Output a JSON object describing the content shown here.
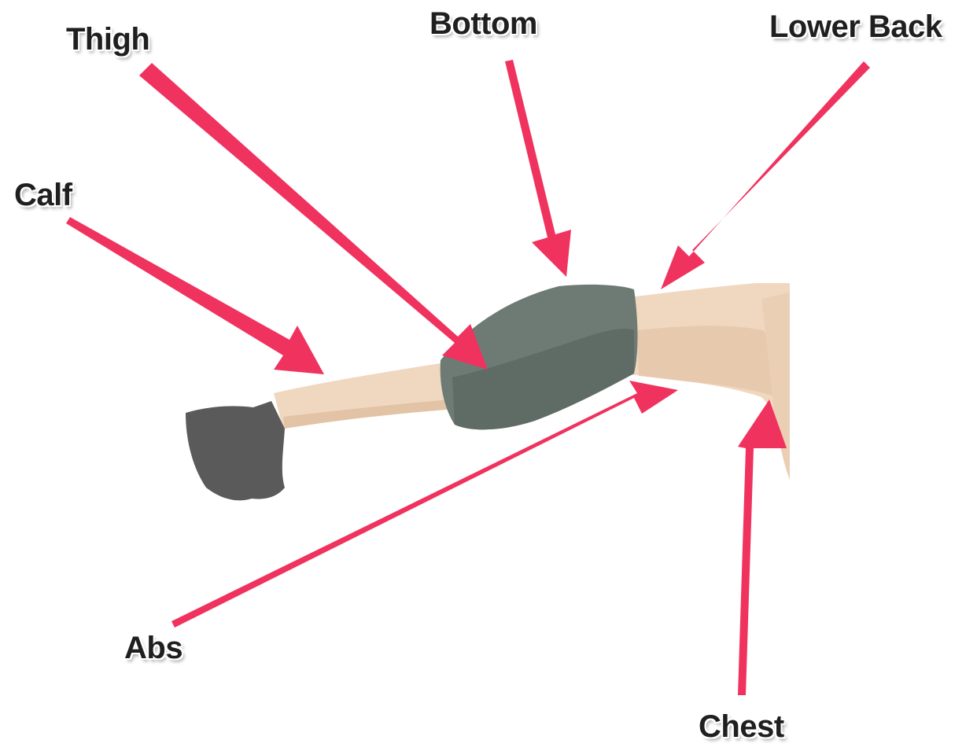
{
  "labels": {
    "thigh": "Thigh",
    "bottom": "Bottom",
    "lower_back": "Lower Back",
    "calf": "Calf",
    "abs": "Abs",
    "chest": "Chest"
  },
  "colors": {
    "arrow": "#f0325e",
    "skin": "#f0d7bf",
    "skin_shadow": "#e2c3a6",
    "shorts": "#6d7b74",
    "shorts_shadow": "#5b6862",
    "shoe": "#5a5a5a",
    "label_text": "#1f1f1f"
  }
}
